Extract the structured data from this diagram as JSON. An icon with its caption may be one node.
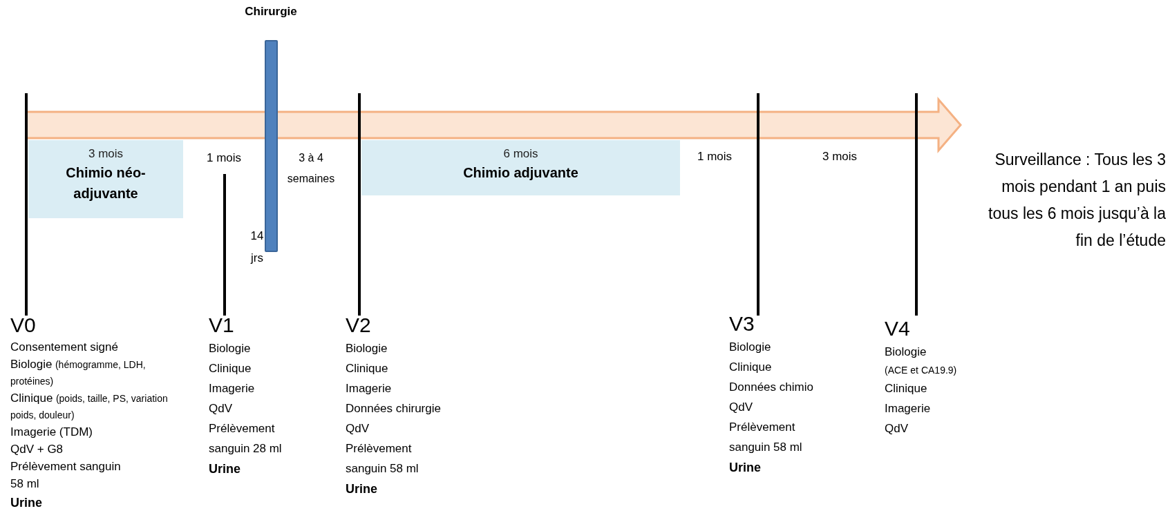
{
  "diagram": {
    "nodes": [
      {
        "text": [
          "3 mois",
          "Chimio néo-adjuvante"
        ]
      },
      {
        "text": [
          "Chirurgie"
        ]
      },
      {
        "text": [
          "6 mois",
          "Chimio adjuvante"
        ]
      }
    ],
    "labels": [
      "1 mois",
      "3 à 4 semaines",
      "14 jrs",
      "1 mois",
      "3 mois",
      "Surveillance : Tous les 3 mois pendant 1 an puis tous les 6 mois jusqu’à la fin de l’étude",
      "V0",
      "Consentement signé",
      "Biologie",
      "(hémogramme, LDH, protéines)",
      "Clinique",
      "(poids, taille, PS, variation poids, douleur)",
      "Imagerie (TDM)",
      "QdV + G8",
      "Prélèvement sanguin",
      "58 ml",
      "Urine",
      "V1",
      "Biologie",
      "Clinique",
      "Imagerie",
      "QdV",
      "Prélèvement sanguin",
      "28 ml",
      "Urine",
      "V2",
      "Biologie",
      "Clinique",
      "Imagerie",
      "Données chirurgie",
      "QdV",
      "Prélèvement sanguin",
      "58 ml",
      "Urine",
      "V3",
      "Biologie",
      "Clinique",
      "Données chimio",
      "QdV",
      "Prélèvement sanguin",
      "58 ml",
      "Urine",
      "V4",
      "Biologie",
      "(ACE et CA19.9)",
      "Clinique",
      "Imagerie",
      "QdV"
    ]
  }
}
